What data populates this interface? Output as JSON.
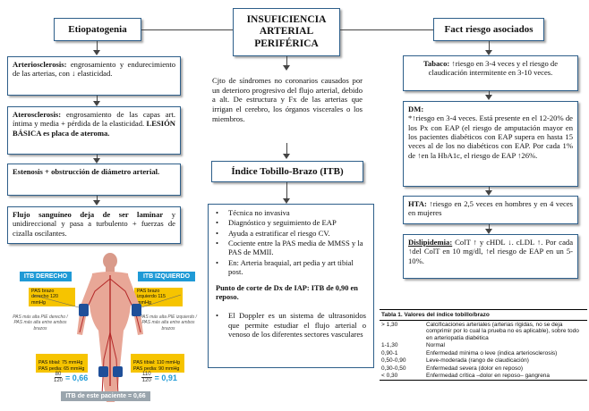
{
  "center_title": "INSUFICIENCIA ARTERIAL PERIFÉRICA",
  "left": {
    "header": "Etiopatogenia",
    "box1_term": "Arteriosclerosis:",
    "box1_text": "engrosamiento y endurecimiento de las arterias, con ↓ elasticidad.",
    "box2_term": "Aterosclerosis:",
    "box2_text": "engrosamiento de las capas art. íntima y media + pérdida de la elasticidad.",
    "box2_bold": "LESIÓN BÁSICA es placa de ateroma.",
    "box3_text": "Estenosis + obstrucción de diámetro arterial.",
    "box4_bold": "Flujo sanguíneo deja de ser laminar",
    "box4_text": "y unidireccional y pasa a turbulento + fuerzas de cizalla oscilantes."
  },
  "center": {
    "definition": "Cjto de síndromes no coronarios causados por un deterioro progresivo del flujo arterial, debido a alt. De estructura y Fx de las arterias que irrigan el cerebro, los órganos viscerales o los miembros.",
    "itb_header": "Índice Tobillo-Brazo (ITB)",
    "bullets": [
      "Técnica no invasiva",
      "Diagnóstico y seguimiento de EAP",
      "Ayuda a estratificar el riesgo CV.",
      "Cociente entre la PAS media de MMSS y la PAS de MMII.",
      "En: Arteria braquial, art pedia y art tibial post."
    ],
    "cutoff": "Punto de corte de Dx de IAP: ITB de 0,90 en reposo.",
    "doppler": "El Doppler es un sistema de ultrasonidos que permite estudiar el flujo arterial o venoso de los diferentes sectores vasculares"
  },
  "right": {
    "header": "Fact riesgo asociados",
    "tabaco_term": "Tabaco:",
    "tabaco_text": "↑riesgo en 3-4 veces y el riesgo de claudicación intermitente en 3-10 veces.",
    "dm_term": "DM:",
    "dm_text": "*↑riesgo en 3-4 veces. Está presente en el 12-20% de los Px con EAP (el riesgo de amputación mayor en los pacientes diabéticos con EAP supera en hasta 15 veces al de los no diabéticos con EAP. Por cada 1% de ↑en la HbA1c, el riesgo de EAP ↑26%.",
    "hta_term": "HTA:",
    "hta_text": "↑riesgo en 2,5 veces en hombres y en 4 veces en mujeres",
    "dis_term": "Dislipidemia:",
    "dis_text1": "ColT ↑ y cHDL ↓. cLDL ↑.",
    "dis_text2": "Por cada ↑del ColT en 10 mg/dl, ↑el riesgo de EAP en un 5-10%."
  },
  "figure": {
    "left_header": "ITB DERECHO",
    "right_header": "ITB IZQUIERDO",
    "pas_brazo_der": "PAS brazo derecho 120 mmHg",
    "pas_brazo_izq": "PAS brazo izquierdo 115 mmHg",
    "note_left": "PAS más alta PIE derecho / PAS más alta entre ambos brazos",
    "note_right": "PAS más alta PIE izquierdo / PAS más alta entre ambos brazos",
    "pas_pie_der": "PAS tibial: 75 mmHg\nPAS pedia: 65 mmHg",
    "pas_pie_izq": "PAS tibial: 110 mmHg\nPAS pedia: 90 mmHg",
    "frac_left_num": "80",
    "frac_left_den": "120",
    "frac_left_val": "= 0,66",
    "frac_right_num": "110",
    "frac_right_den": "120",
    "frac_right_val": "= 0,91",
    "result": "ITB de este paciente = 0,66"
  },
  "table": {
    "caption": "Tabla 1. Valores del índice tobillo/brazo",
    "rows": [
      [
        "> 1,30",
        "Calcificaciones arteriales (arterias rígidas, no se deja comprimir por lo cual la prueba no es aplicable), sobre todo en arteriopatía diabética"
      ],
      [
        "1-1,30",
        "Normal"
      ],
      [
        "0,90-1",
        "Enfermedad mínima o leve (indica arteriosclerosis)"
      ],
      [
        "0,50-0,90",
        "Leve-moderada (rango de claudicación)"
      ],
      [
        "0,30-0,50",
        "Enfermedad severa (dolor en reposo)"
      ],
      [
        "< 0,30",
        "Enfermedad crítica –dolor en reposo– gangrena"
      ]
    ]
  },
  "colors": {
    "border": "#2e5f8a",
    "yellow": "#f6c400",
    "blue": "#1f9ad6",
    "teal_value": "#1f9ad6"
  }
}
